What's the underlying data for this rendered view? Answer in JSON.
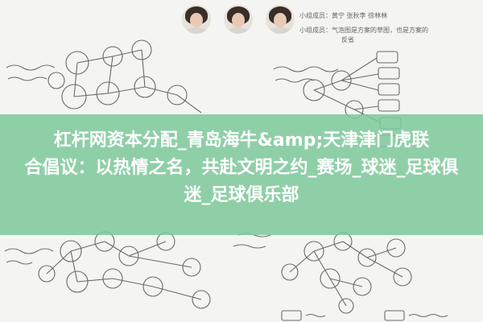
{
  "headline": {
    "line1": "杠杆网资本分配_青岛海牛&amp;天津津门虎联",
    "line2": "合倡议：以热情之名，共赴文明之约_赛场_球迷_足球俱",
    "line3": "迷_足球俱乐部"
  },
  "team": {
    "members": "小组成员：黄宁  张秋李  徐林林",
    "duty_line1": "小组成员：气泡图是方案的草图，也是方案的",
    "duty_line2": "反省"
  },
  "colors": {
    "overlay": "#7dc89b",
    "ink": "#5a5a5a"
  }
}
